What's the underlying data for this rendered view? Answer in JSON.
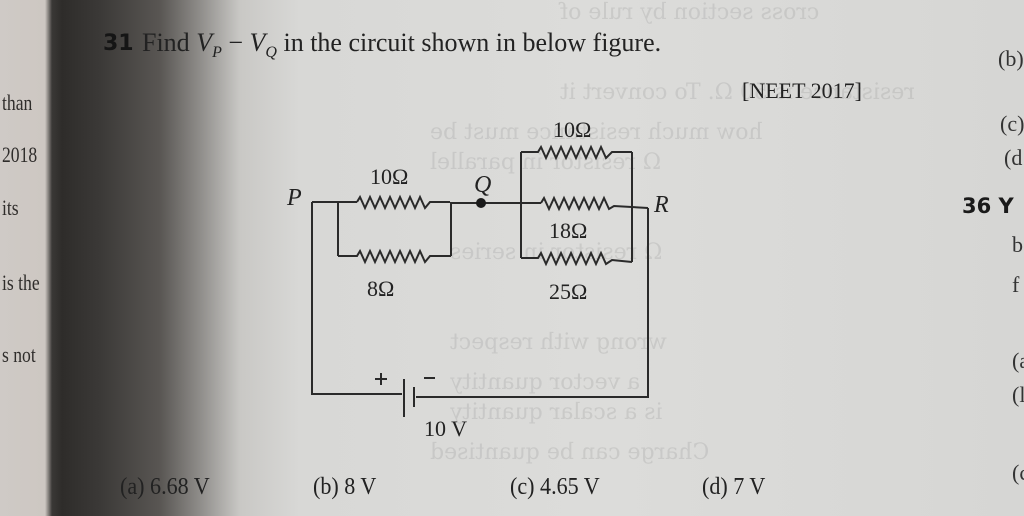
{
  "question": {
    "number": "31",
    "prefix": "Find ",
    "expr_v1": "V",
    "expr_v1_sub": "P",
    "expr_minus": " − ",
    "expr_v2": "V",
    "expr_v2_sub": "Q",
    "suffix": " in the circuit shown in below figure.",
    "source": "[NEET 2017]"
  },
  "circuit": {
    "nodes": {
      "p": "P",
      "q": "Q",
      "r": "R"
    },
    "resistors": {
      "r1_top_left": "10Ω",
      "r2_bottom_left": "8Ω",
      "r3_top_right": "10Ω",
      "r4_middle_right": "18Ω",
      "r5_bottom_right": "25Ω"
    },
    "battery": {
      "emf": "10 V",
      "plus": "+",
      "minus": "−"
    }
  },
  "options": [
    {
      "label": "(a)",
      "value": "6.68 V"
    },
    {
      "label": "(b)",
      "value": "8 V"
    },
    {
      "label": "(c)",
      "value": "4.65 V"
    },
    {
      "label": "(d)",
      "value": "7 V"
    }
  ],
  "left_margin_fragments": [
    "than",
    "2018",
    "its",
    "is the",
    "s not"
  ],
  "right_margin_fragments": [
    "(b)",
    "(c)",
    "(d",
    "36 Y",
    "b",
    "f",
    "(a",
    "(l",
    "(c"
  ]
}
